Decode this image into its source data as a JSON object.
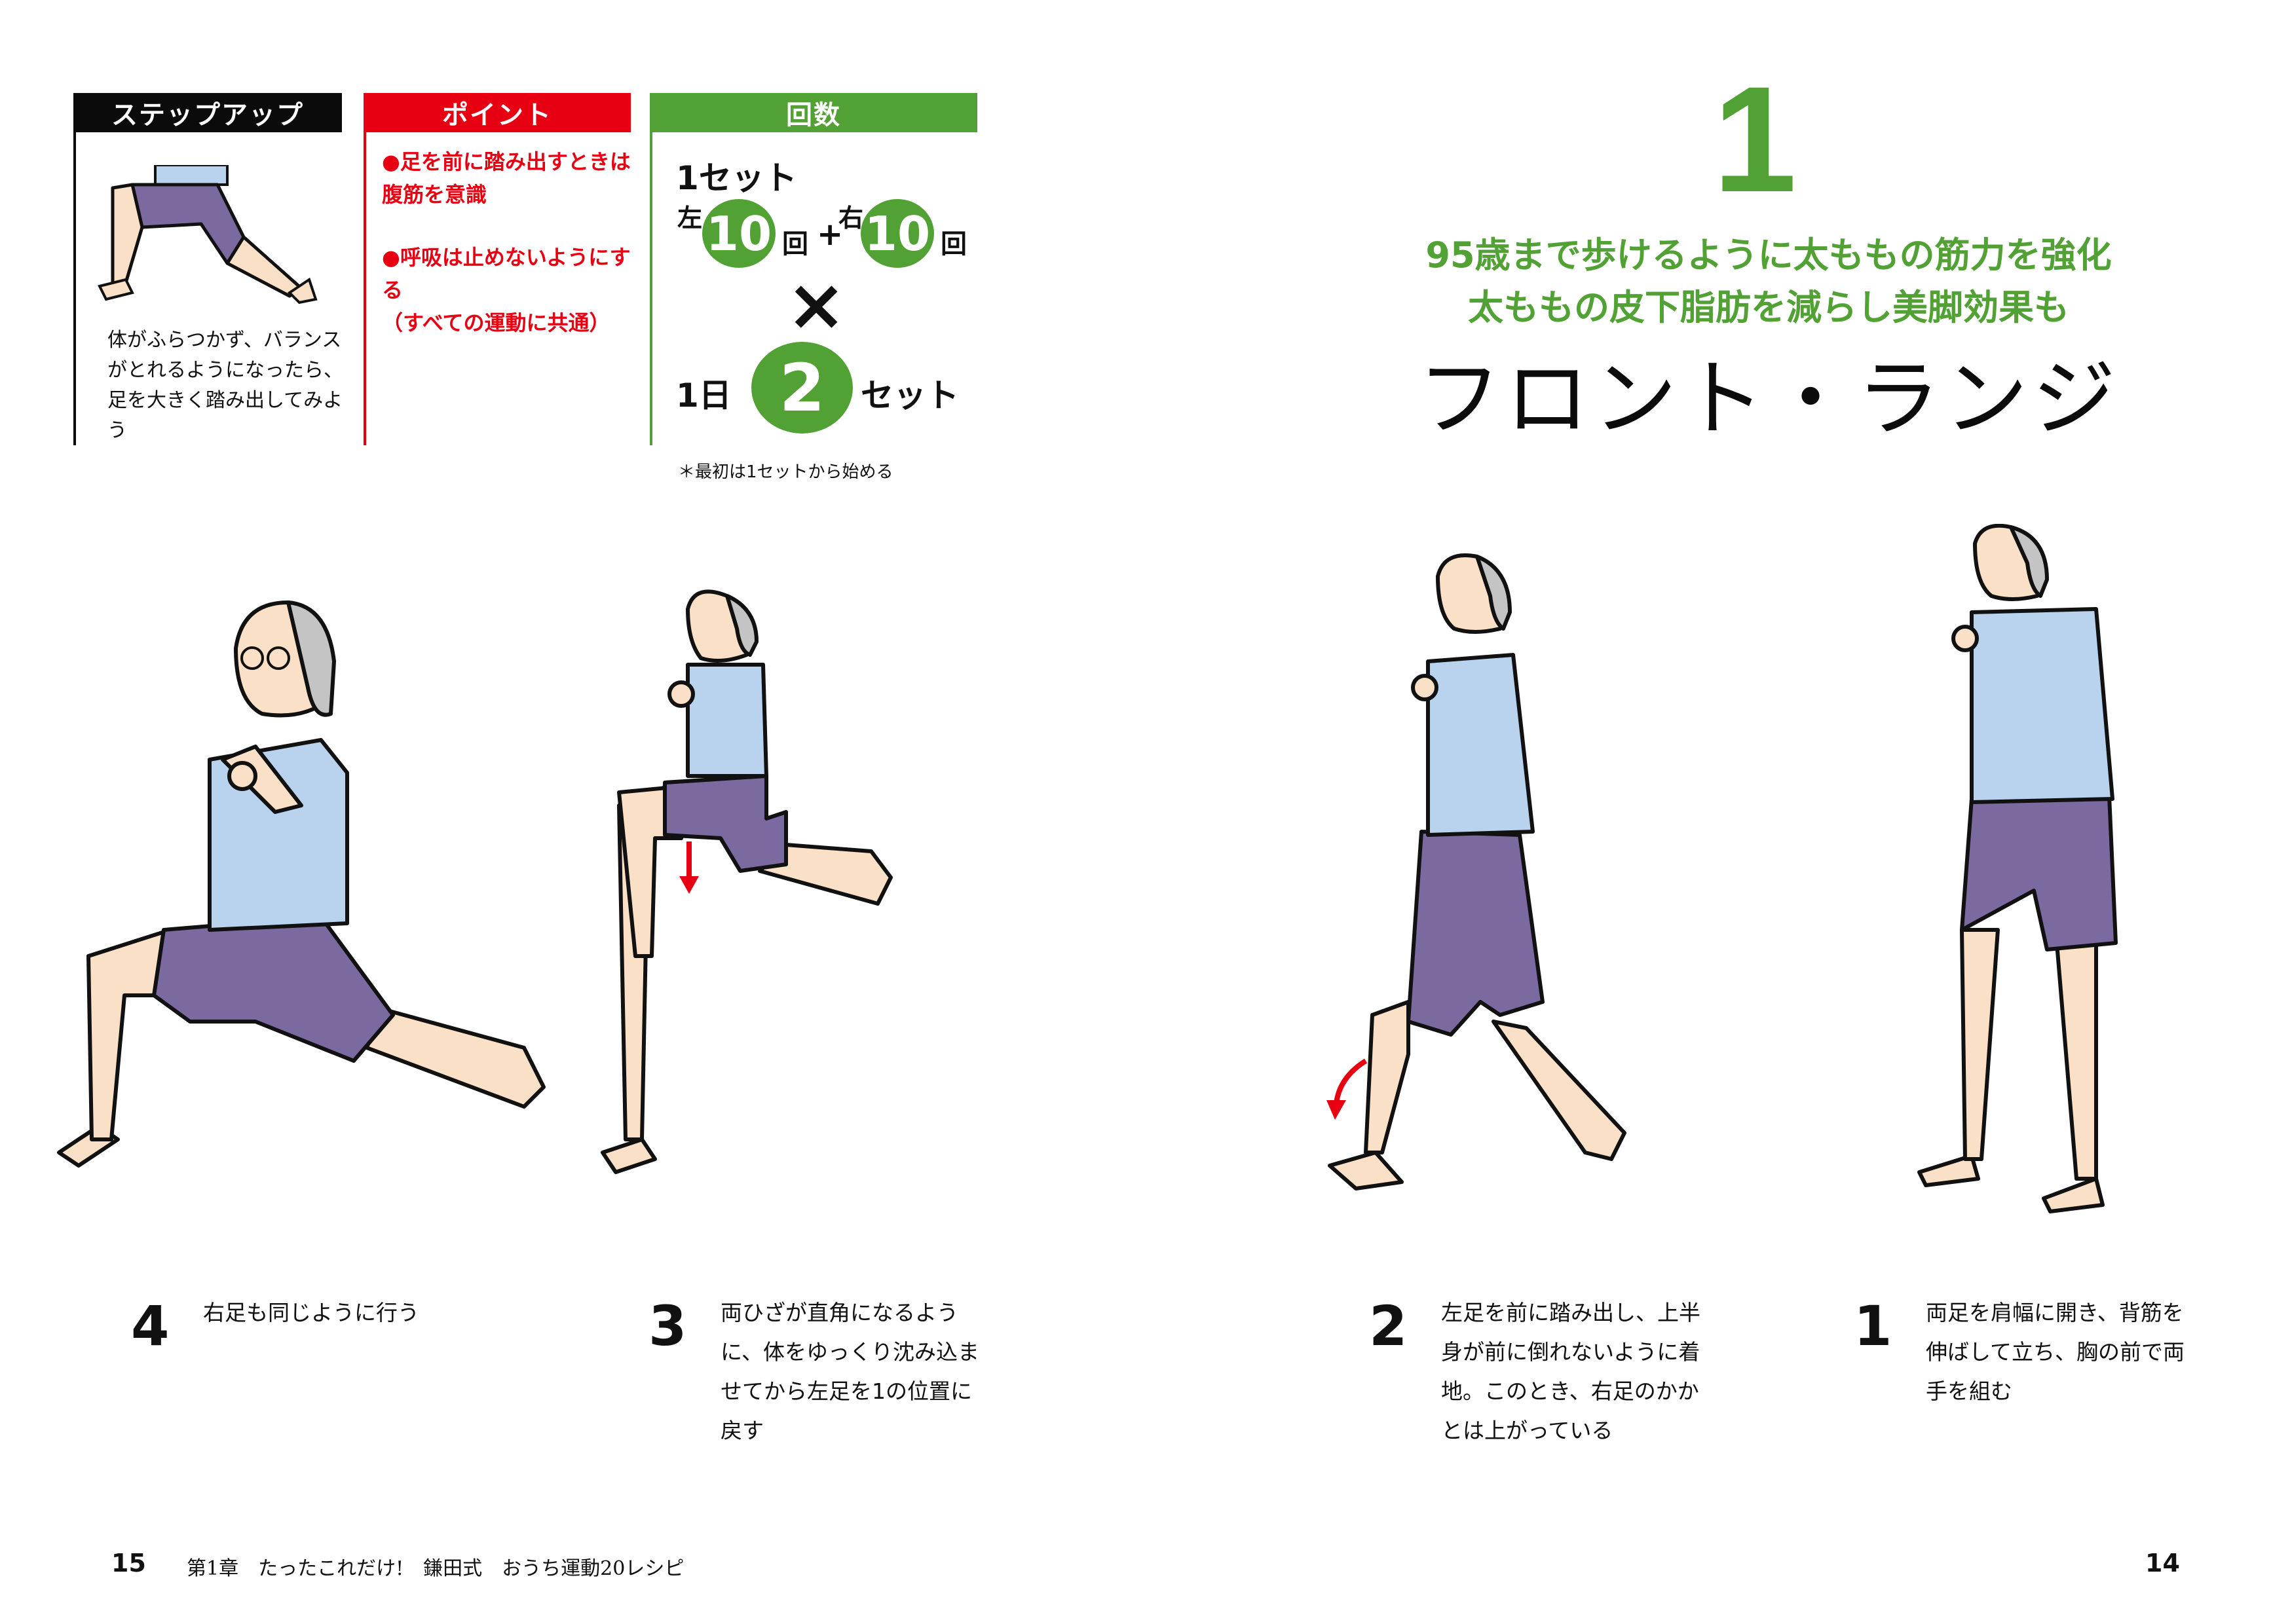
{
  "info_boxes": {
    "step_up": {
      "header": "ステップアップ",
      "text": "体がふらつかず、バランスがとれるようになったら、足を大きく踏み出してみよう",
      "color": "#0b0b0b"
    },
    "point": {
      "header": "ポイント",
      "items": [
        "●足を前に踏み出すときは腹筋を意識",
        "●呼吸は止めないようにする"
      ],
      "note": "（すべての運動に共通）",
      "color": "#e60012"
    },
    "count": {
      "header": "回数",
      "per_set_label": "1セット",
      "left_label": "左",
      "left_reps": "10",
      "right_label": "右",
      "right_reps": "10",
      "rep_unit": "回",
      "plus": "+",
      "times": "×",
      "per_day_label": "1日",
      "sets": "2",
      "sets_unit": "セット",
      "note": "＊最初は1セットから始める",
      "color": "#52a135"
    }
  },
  "exercise": {
    "number": "1",
    "subtitle_line1": "95歳まで歩けるように太ももの筋力を強化",
    "subtitle_line2": "太ももの皮下脂肪を減らし美脚効果も",
    "title": "フロント・ランジ",
    "accent_color": "#52a135"
  },
  "steps": [
    {
      "num": "1",
      "text": "両足を肩幅に開き、背筋を伸ばして立ち、胸の前で両手を組む"
    },
    {
      "num": "2",
      "text": "左足を前に踏み出し、上半身が前に倒れないように着地。このとき、右足のかかとは上がっている"
    },
    {
      "num": "3",
      "text": "両ひざが直角になるように、体をゆっくり沈み込ませてから左足を1の位置に戻す"
    },
    {
      "num": "4",
      "text": "右足も同じように行う"
    }
  ],
  "illustration_colors": {
    "shirt": "#b9d3ee",
    "shorts": "#7a6aa0",
    "skin": "#fbe0c8",
    "hair": "#c4c4c4",
    "arrow": "#e60012"
  },
  "footer": {
    "left_page": "15",
    "running_head": "第1章　たったこれだけ!　鎌田式　おうち運動20レシピ",
    "right_page": "14"
  }
}
